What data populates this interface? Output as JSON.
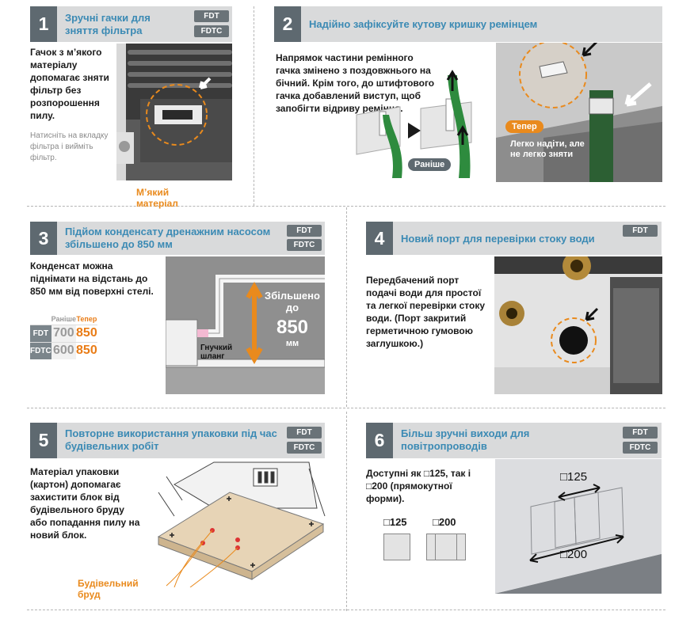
{
  "panels": [
    {
      "num": "1",
      "title": "Зручні гачки для зняття фільтра",
      "tags": [
        "FDT",
        "FDTC"
      ],
      "body": "Гачок з м’якого матеріалу допомагає зняти фільтр без розпорошення пилу.",
      "note": "Натисніть на вкладку фільтра і вийміть фільтр.",
      "caption": "М’який матеріал"
    },
    {
      "num": "2",
      "title": "Надійно зафіксуйте кутову кришку ремінцем",
      "body": "Напрямок частини ремінного гачка змінено з поздовжнього на бічний. Крім того, до штифтового гачка добавлений виступ, щоб запобігти відриву ремінця.",
      "before_label": "Раніше",
      "now_label": "Тепер",
      "now_text": "Легко надіти, але не легко зняти"
    },
    {
      "num": "3",
      "title": "Підйом конденсату дренажним насосом збільшено до 850 мм",
      "tags": [
        "FDT",
        "FDTC"
      ],
      "body": "Конденсат можна піднімати на відстань до 850 мм від поверхні стелі.",
      "table": {
        "col_before": "Раніше",
        "col_now": "Тепер",
        "rows": [
          {
            "model": "FDT",
            "before": "700",
            "now": "850"
          },
          {
            "model": "FDTC",
            "before": "600",
            "now": "850"
          }
        ]
      },
      "increased_label": "Збільшено до",
      "increased_value": "850",
      "increased_unit": "мм",
      "hose_label": "Гнучкий шланг"
    },
    {
      "num": "4",
      "title": "Новий порт для перевірки стоку води",
      "tags": [
        "FDT"
      ],
      "body": "Передбачений порт подачі води для простої та легкої перевірки стоку води. (Порт закритий герметичною гумовою заглушкою.)"
    },
    {
      "num": "5",
      "title": "Повторне використання упаковки під час будівельних робіт",
      "tags": [
        "FDT",
        "FDTC"
      ],
      "body": "Матеріал упаковки (картон) допомагає захистити блок від будівельного бруду або попадання пилу на новий блок.",
      "caption": "Будівельний бруд"
    },
    {
      "num": "6",
      "title": "Більш зручні виходи для повітропроводів",
      "tags": [
        "FDT",
        "FDTC"
      ],
      "body": "Доступні як □125, так і □200 (прямокутної форми).",
      "sizes": [
        "□125",
        "□200"
      ],
      "photo_small": "□125",
      "photo_large": "□200"
    }
  ],
  "colors": {
    "header_bg": "#d9dadb",
    "number_bg": "#5e6970",
    "title": "#3b8ab4",
    "accent_orange": "#e98a1d",
    "tag_bg": "#6a7378"
  }
}
